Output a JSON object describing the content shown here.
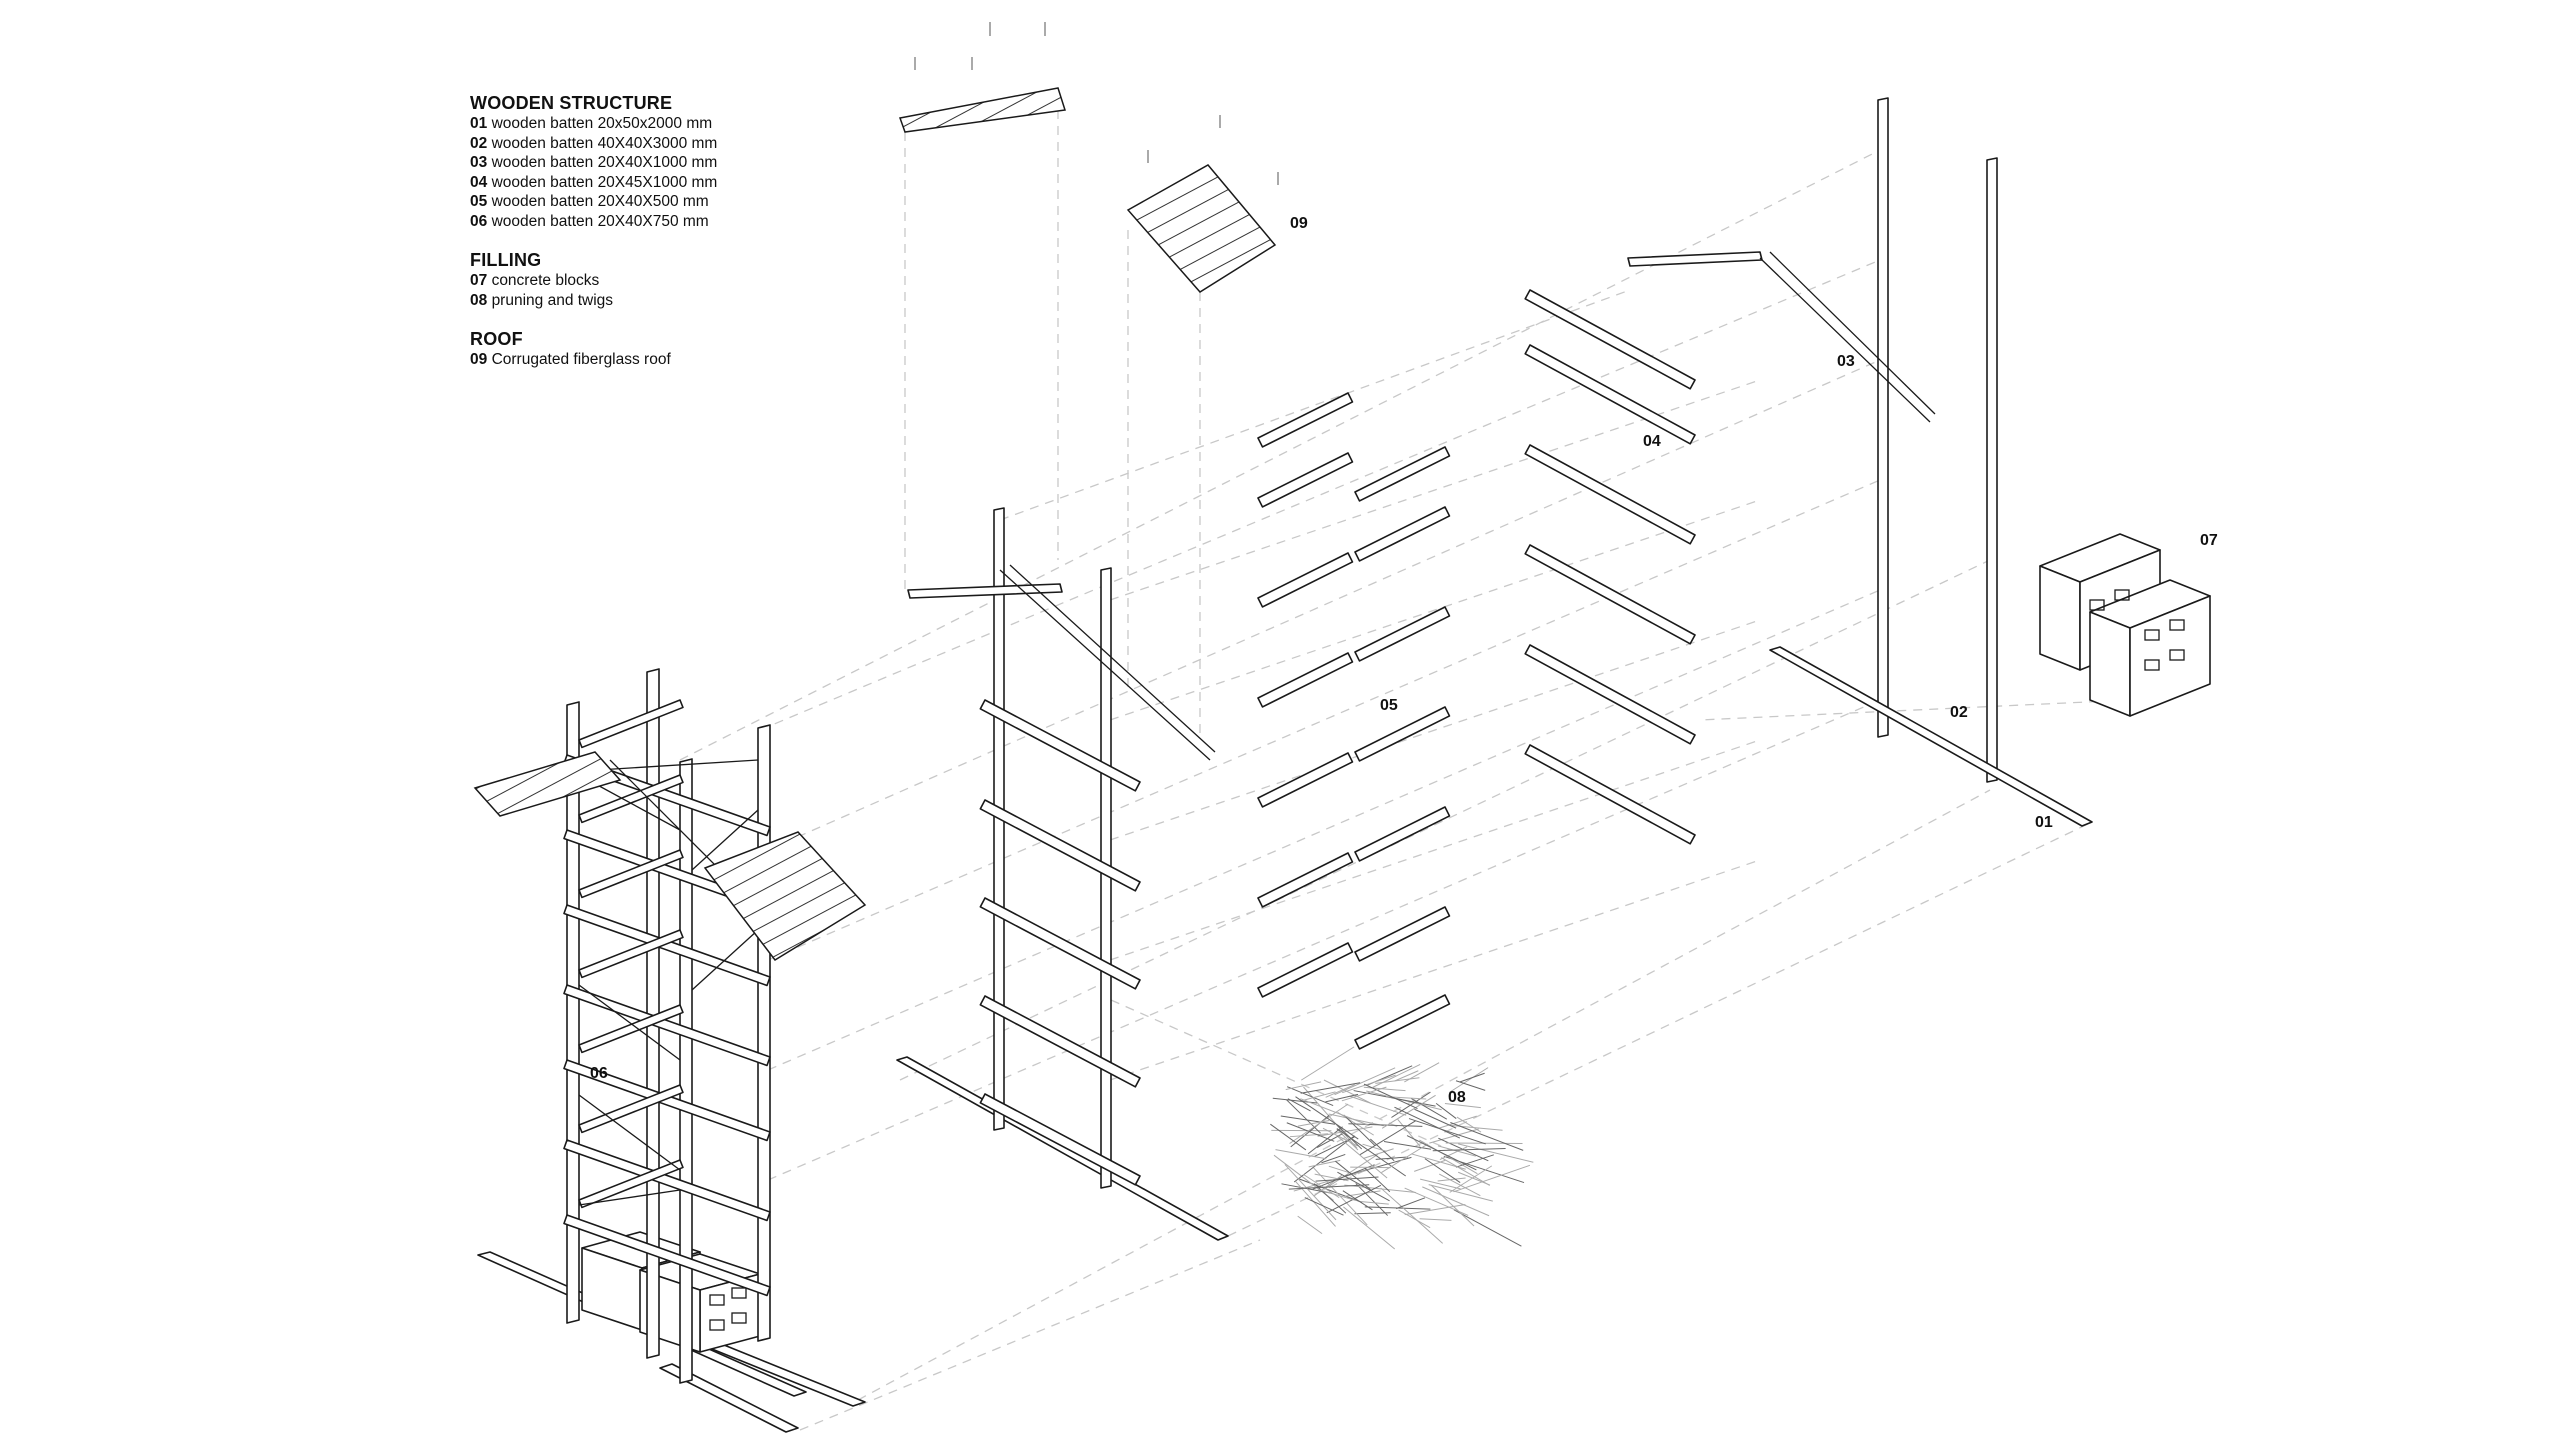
{
  "legend": {
    "sections": [
      {
        "title": "WOODEN STRUCTURE",
        "items": [
          {
            "code": "01",
            "text": "wooden batten 20x50x2000 mm"
          },
          {
            "code": "02",
            "text": "wooden batten 40X40X3000 mm"
          },
          {
            "code": "03",
            "text": "wooden batten 20X40X1000 mm"
          },
          {
            "code": "04",
            "text": "wooden batten 20X45X1000 mm"
          },
          {
            "code": "05",
            "text": "wooden batten 20X40X500 mm"
          },
          {
            "code": "06",
            "text": "wooden batten 20X40X750 mm"
          }
        ]
      },
      {
        "title": "FILLING",
        "items": [
          {
            "code": "07",
            "text": "concrete blocks"
          },
          {
            "code": "08",
            "text": "pruning and twigs"
          }
        ]
      },
      {
        "title": "ROOF",
        "items": [
          {
            "code": "09",
            "text": "Corrugated fiberglass roof"
          }
        ]
      }
    ]
  },
  "callouts": {
    "c01": "01",
    "c02": "02",
    "c03": "03",
    "c04": "04",
    "c05": "05",
    "c06": "06",
    "c07": "07",
    "c08": "08",
    "c09": "09"
  }
}
